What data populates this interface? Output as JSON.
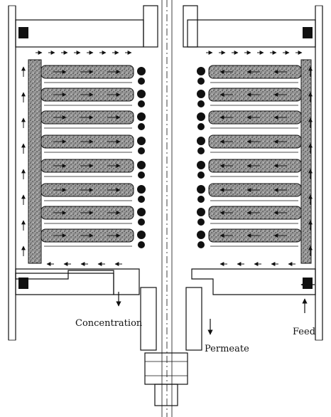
{
  "labels": {
    "concentration": "Concentration",
    "permeate": "Permeate",
    "feed": "Feed"
  },
  "colors": {
    "ink": "#111111",
    "paper": "#ffffff",
    "membrane": "#8a8a8a"
  }
}
